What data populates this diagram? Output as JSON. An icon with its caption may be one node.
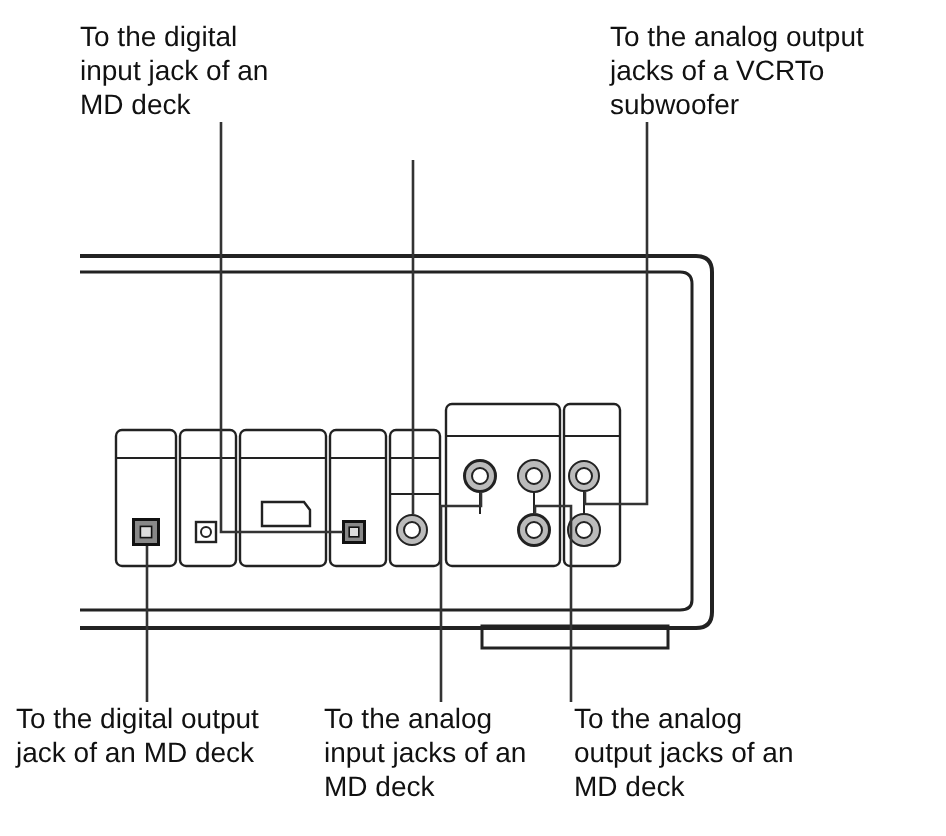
{
  "diagram": {
    "nodes": [
      {
        "text": [
          "To the digital input jack of an MD deck"
        ]
      },
      {
        "text": [
          "To the analog output jacks of a VCRTo subwoofer"
        ]
      },
      {
        "text": [],
        "shape": "box"
      },
      {
        "text": [],
        "shape": "box"
      },
      {
        "text": [],
        "shape": "circle"
      },
      {
        "text": [],
        "shape": "circle"
      },
      {
        "text": [],
        "shape": "circle"
      },
      {
        "text": [],
        "shape": "circle"
      },
      {
        "text": [
          "To the digital output jack of an MD deck"
        ]
      },
      {
        "text": [
          "To the analog input jacks of an MD deck"
        ]
      },
      {
        "text": [
          "To the analog output jacks of an MD deck"
        ]
      }
    ],
    "edges": [
      {
        "from": 0,
        "to": 3,
        "arrow": "none"
      },
      {
        "from": null,
        "to": 4,
        "arrow": "none"
      },
      {
        "from": 1,
        "to": 7,
        "arrow": "none"
      },
      {
        "from": 8,
        "to": 2,
        "arrow": "none"
      },
      {
        "from": 9,
        "to": 5,
        "arrow": "none"
      },
      {
        "from": 10,
        "to": 6,
        "arrow": "none"
      }
    ]
  }
}
